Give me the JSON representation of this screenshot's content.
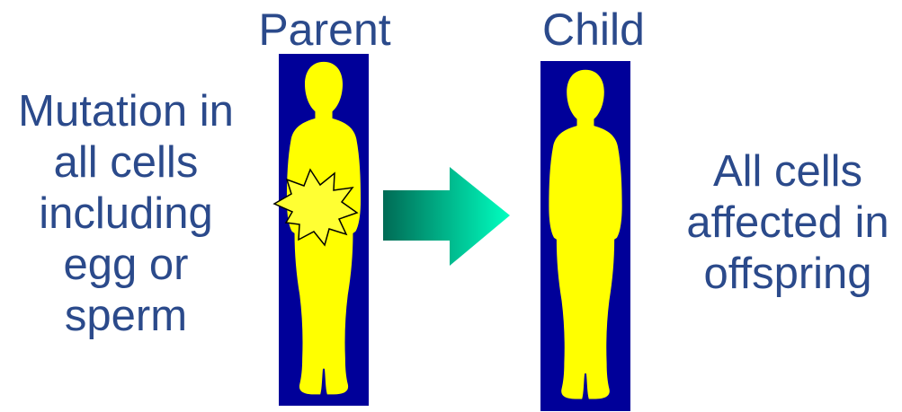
{
  "titles": {
    "parent": "Parent",
    "child": "Child"
  },
  "left_caption": {
    "lines": [
      "Mutation in",
      "all cells",
      "including",
      "egg or",
      "sperm"
    ]
  },
  "right_caption": {
    "lines": [
      "All cells",
      "affected in",
      "offspring"
    ]
  },
  "colors": {
    "text": "#2b4a8b",
    "panel_background": "#000099",
    "figure": "#ffff00",
    "burst": "#ffff33",
    "arrow_start": "#006b55",
    "arrow_end": "#00ffc0"
  }
}
